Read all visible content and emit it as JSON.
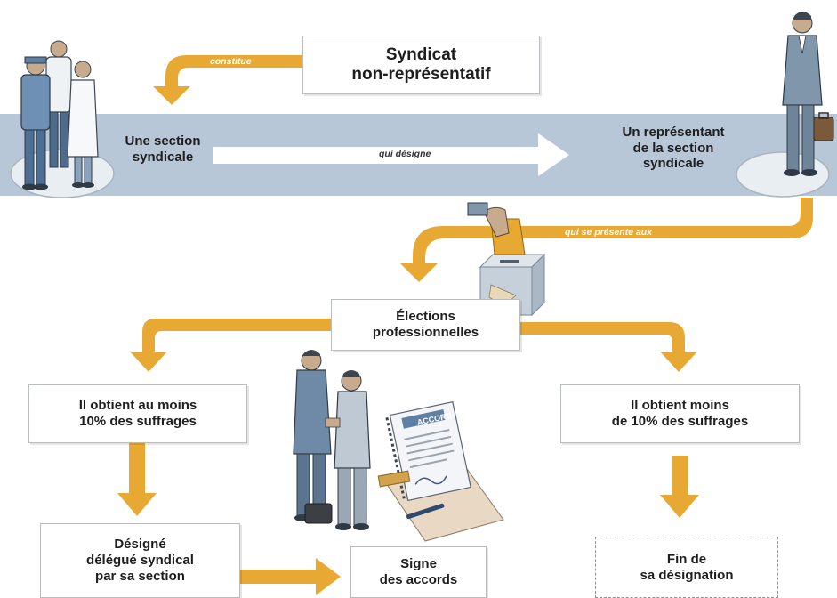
{
  "diagram": {
    "top_box": {
      "line1": "Syndicat",
      "line2": "non-représentatif"
    },
    "left_label": {
      "line1": "Une section",
      "line2": "syndicale"
    },
    "right_label": {
      "line1": "Un représentant",
      "line2": "de la section",
      "line3": "syndicale"
    },
    "elections_box": {
      "line1": "Élections",
      "line2": "professionnelles"
    },
    "left_result_box": {
      "line1": "Il obtient au moins",
      "line2": "10% des suffrages"
    },
    "right_result_box": {
      "line1": "Il obtient moins",
      "line2": "de 10% des suffrages"
    },
    "designe_box": {
      "line1": "Désigné",
      "line2": "délégué syndical",
      "line3": "par sa section"
    },
    "signe_box": {
      "line1": "Signe",
      "line2": "des accords"
    },
    "fin_box": {
      "line1": "Fin de",
      "line2": "sa désignation"
    },
    "arrow_labels": {
      "constitue": "constitue",
      "qui_designe": "qui désigne",
      "qui_se_presente": "qui se présente aux"
    },
    "document_heading": "ACCORD"
  },
  "colors": {
    "band": "#b7c7d8",
    "arrow": "#e7a933",
    "arrow_dark": "#c98c1e",
    "box_border": "#b9bcc0",
    "text": "#1e1e1e"
  }
}
